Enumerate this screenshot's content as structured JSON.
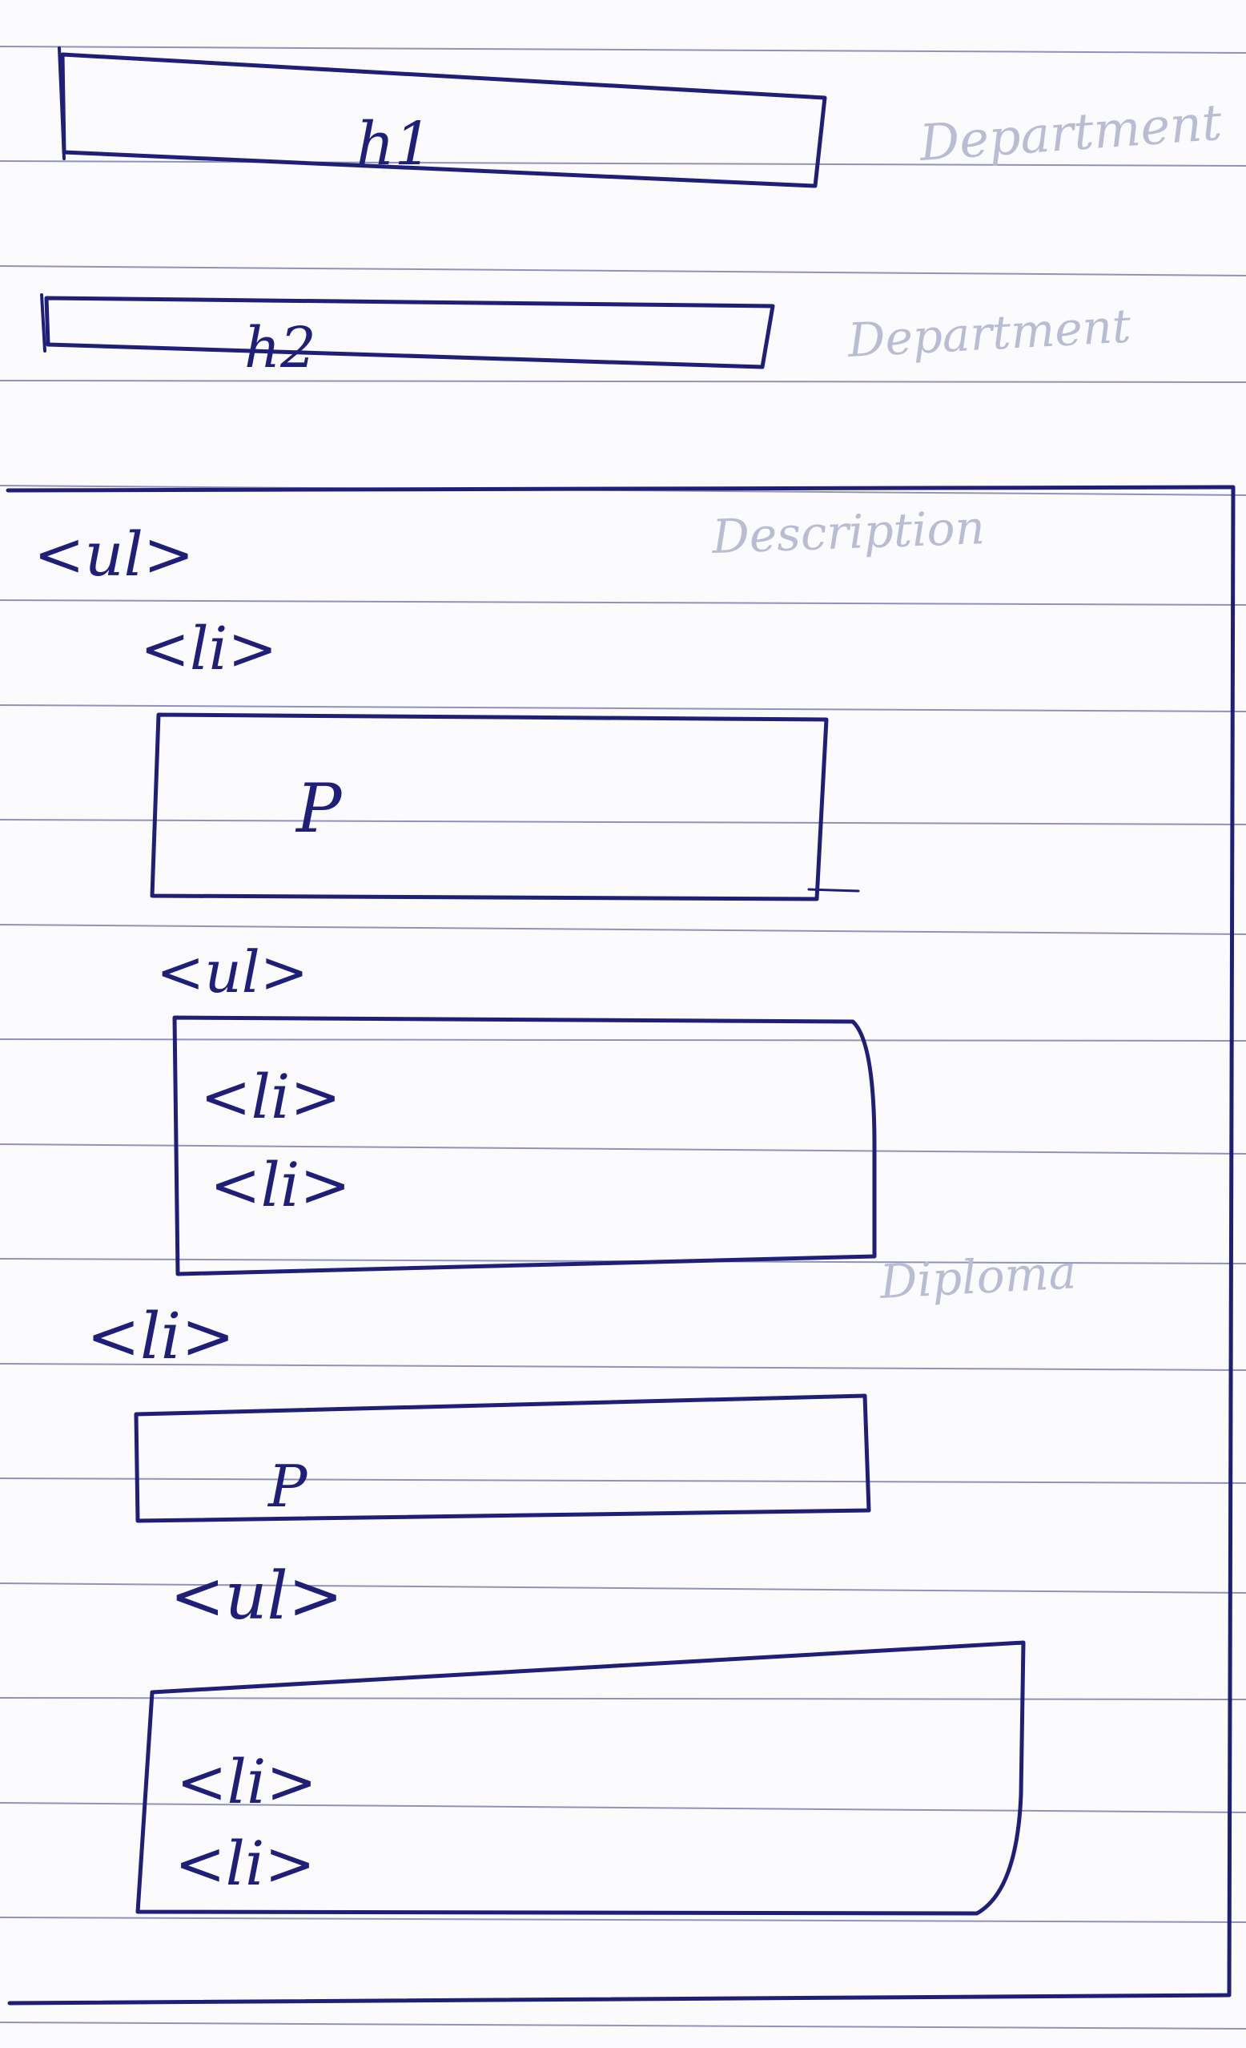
{
  "sketch": {
    "h1_label": "h1",
    "h2_label": "h2",
    "ul_outer_label": "<ul>",
    "li_first_label": "<li>",
    "p_first_label": "P",
    "ul_inner_first_label": "<ul>",
    "ul_inner_first_items": [
      "<li>",
      "<li>"
    ],
    "li_second_label": "<li>",
    "p_second_label": "P",
    "ul_inner_second_label": "<ul>",
    "ul_inner_second_items": [
      "<li>",
      "<li>"
    ]
  },
  "bleed_through": [
    "Department",
    "Department",
    "Description",
    "Diploma"
  ],
  "colors": {
    "ink": "#1f1f7a",
    "paper": "#fbfbfd",
    "rule_line": "#3a3e8c",
    "bleed_through": "#b9bcd3"
  }
}
